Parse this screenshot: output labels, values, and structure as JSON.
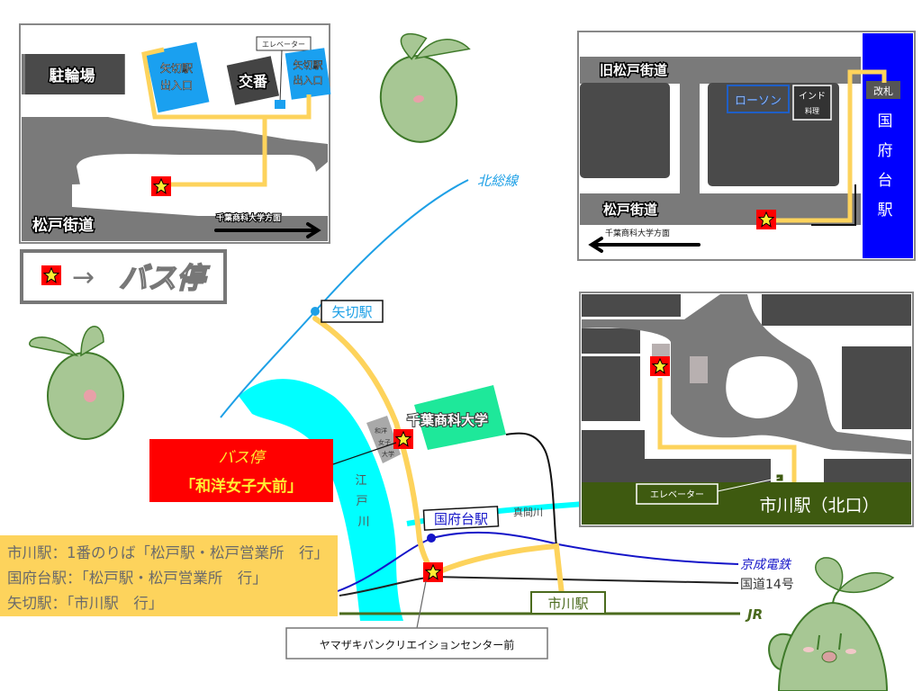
{
  "legend": {
    "arrow": "→",
    "label": "バス停"
  },
  "inset_yagiri": {
    "bicycle_parking": "駐輪場",
    "exit_left": [
      "矢切駅",
      "出入口"
    ],
    "police_box": "交番",
    "elevator": "エレベーター",
    "exit_right": [
      "矢切駅",
      "出入口"
    ],
    "road": "松戸街道",
    "direction": "千葉商科大学方面"
  },
  "inset_konodai": {
    "old_road": "旧松戸街道",
    "lawson": "ローソン",
    "indian": [
      "インド",
      "料理"
    ],
    "ticket_gate": "改札",
    "station": [
      "国",
      "府",
      "台",
      "駅"
    ],
    "road": "松戸街道",
    "direction": "千葉商科大学方面"
  },
  "inset_ichikawa": {
    "elevator": "エレベーター",
    "station": "市川駅（北口）"
  },
  "main_map": {
    "hokuso_line": "北総線",
    "yagiri_station": "矢切駅",
    "university": "千葉商科大学",
    "wayo_block": [
      "和洋",
      "女子",
      "大学"
    ],
    "edogawa": [
      "江",
      "戸",
      "川"
    ],
    "mama_river": "真間川",
    "konodai_station": "国府台駅",
    "keisei": "京成電鉄",
    "route14": "国道14号",
    "jr": "JR",
    "ichikawa_station": "市川駅",
    "bus_stop_callout": [
      "バス停",
      "「和洋女子大前」"
    ],
    "yamazaki_stop": "ヤマザキパンクリエイションセンター前"
  },
  "bus_info": [
    "市川駅：1番のりば「松戸駅・松戸営業所　行」",
    "国府台駅：「松戸駅・松戸営業所　行」",
    "矢切駅：「市川駅　行」"
  ],
  "colors": {
    "route": "#fdd35c",
    "bus_stop": "#ff0000",
    "star": "#ffee33",
    "hokuso": "#1ea0e6",
    "keisei": "#1414c8",
    "jr": "#4b6b1e",
    "river": "#00ffff",
    "university": "#1ee89a",
    "info_bg": "#fdd35c",
    "station_blue": "#0000ff",
    "station_green": "#3e5a10",
    "mascot": "#a7c794"
  }
}
